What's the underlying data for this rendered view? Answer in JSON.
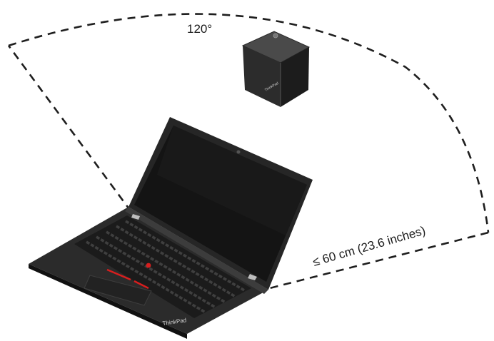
{
  "diagram": {
    "angle_label": "120°",
    "distance_label": "≤ 60 cm (23.6 inches)",
    "dock_brand": "ThinkPad",
    "laptop_brand": "ThinkPad",
    "colors": {
      "line": "#1e1e1e",
      "device_dark": "#232323",
      "device_mid": "#3a3a3a",
      "screen": "#161616",
      "trackpoint": "#d81e1e",
      "background": "#ffffff"
    },
    "icons": [
      "wireless-dock",
      "laptop"
    ]
  }
}
